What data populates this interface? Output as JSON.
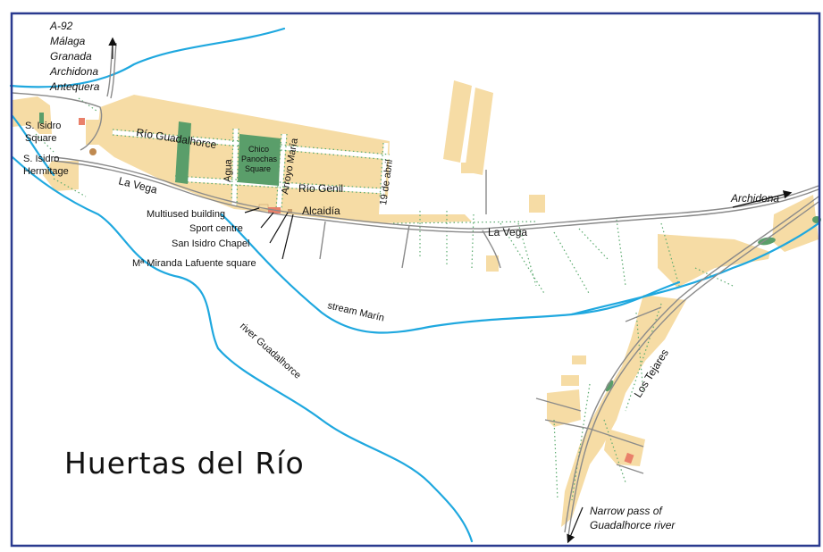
{
  "title": "Huertas del Río",
  "colors": {
    "urban": "#f6dca5",
    "river": "#1fa8df",
    "road": "#8a8a8a",
    "green": "#5a9e6a",
    "building": "#e9806a",
    "border": "#2a3a8f",
    "text": "#111111"
  },
  "destinations": {
    "north": [
      "A-92",
      "Málaga",
      "Granada",
      "Archidona",
      "Antequera"
    ],
    "east": "Archidona",
    "south": [
      "Narrow pass of",
      "Guadalhorce river"
    ]
  },
  "streets": {
    "rio_guadalhorce": "Río Guadalhorce",
    "la_vega_west": "La Vega",
    "la_vega_east": "La Vega",
    "agua": "Agua",
    "arroyo_maria": "Arroyo María",
    "rio_genil": "Río Genil",
    "diecinueve_abril": "19 de abril",
    "alcaidia": "Alcaidía",
    "los_tejares": "Los Tejares"
  },
  "places": {
    "s_isidro_square": [
      "S. Isidro",
      "Square"
    ],
    "s_isidro_hermitage": [
      "S. Isidro",
      "Hermitage"
    ],
    "chico_panochas": [
      "Chico",
      "Panochas",
      "Square"
    ],
    "multiused_building": "Multiused building",
    "sport_centre": "Sport centre",
    "san_isidro_chapel": "San Isidro Chapel",
    "miranda_square": "Mª Miranda Lafuente square"
  },
  "water": {
    "stream_marin": "stream  Marín",
    "river_guadalhorce": "river  Guadalhorce"
  }
}
